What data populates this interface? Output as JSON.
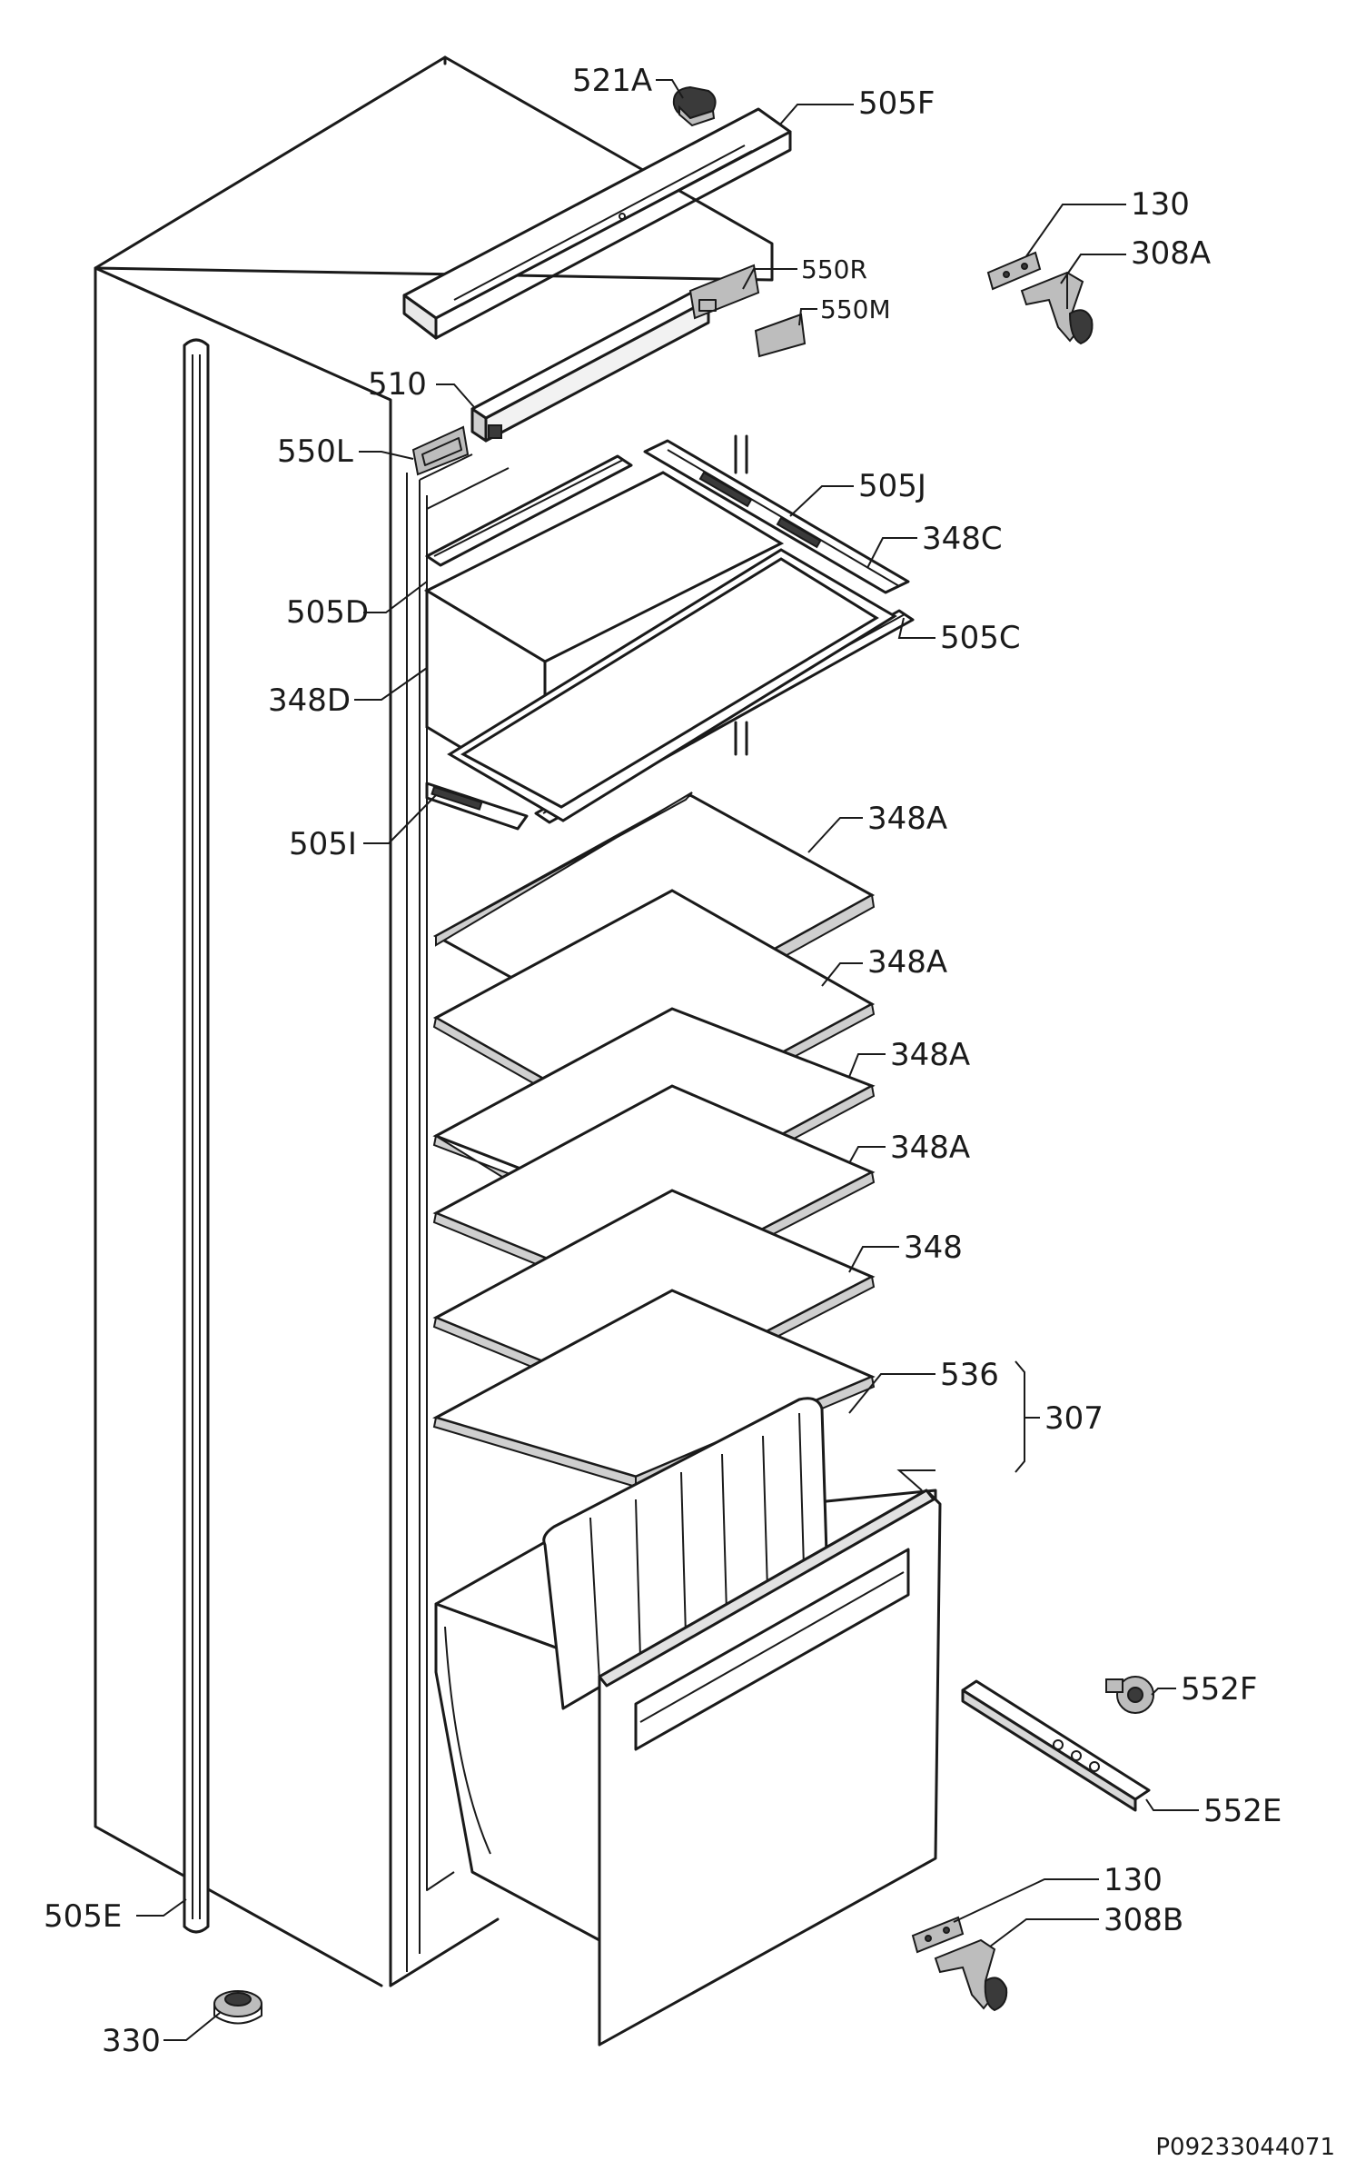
{
  "labels": [
    {
      "id": "521A",
      "text": "521A"
    },
    {
      "id": "505F",
      "text": "505F"
    },
    {
      "id": "130-top",
      "text": "130"
    },
    {
      "id": "308A",
      "text": "308A"
    },
    {
      "id": "550R",
      "text": "550R"
    },
    {
      "id": "550M",
      "text": "550M"
    },
    {
      "id": "510",
      "text": "510"
    },
    {
      "id": "550L",
      "text": "550L"
    },
    {
      "id": "505J",
      "text": "505J"
    },
    {
      "id": "348C",
      "text": "348C"
    },
    {
      "id": "505D",
      "text": "505D"
    },
    {
      "id": "505C",
      "text": "505C"
    },
    {
      "id": "348D",
      "text": "348D"
    },
    {
      "id": "505I",
      "text": "505I"
    },
    {
      "id": "348A-1",
      "text": "348A"
    },
    {
      "id": "348A-2",
      "text": "348A"
    },
    {
      "id": "348A-3",
      "text": "348A"
    },
    {
      "id": "348A-4",
      "text": "348A"
    },
    {
      "id": "348",
      "text": "348"
    },
    {
      "id": "536",
      "text": "536"
    },
    {
      "id": "307",
      "text": "307"
    },
    {
      "id": "552F",
      "text": "552F"
    },
    {
      "id": "552E",
      "text": "552E"
    },
    {
      "id": "130-bottom",
      "text": "130"
    },
    {
      "id": "308B",
      "text": "308B"
    },
    {
      "id": "505E",
      "text": "505E"
    },
    {
      "id": "330",
      "text": "330"
    }
  ],
  "doc_id": "P09233044071"
}
